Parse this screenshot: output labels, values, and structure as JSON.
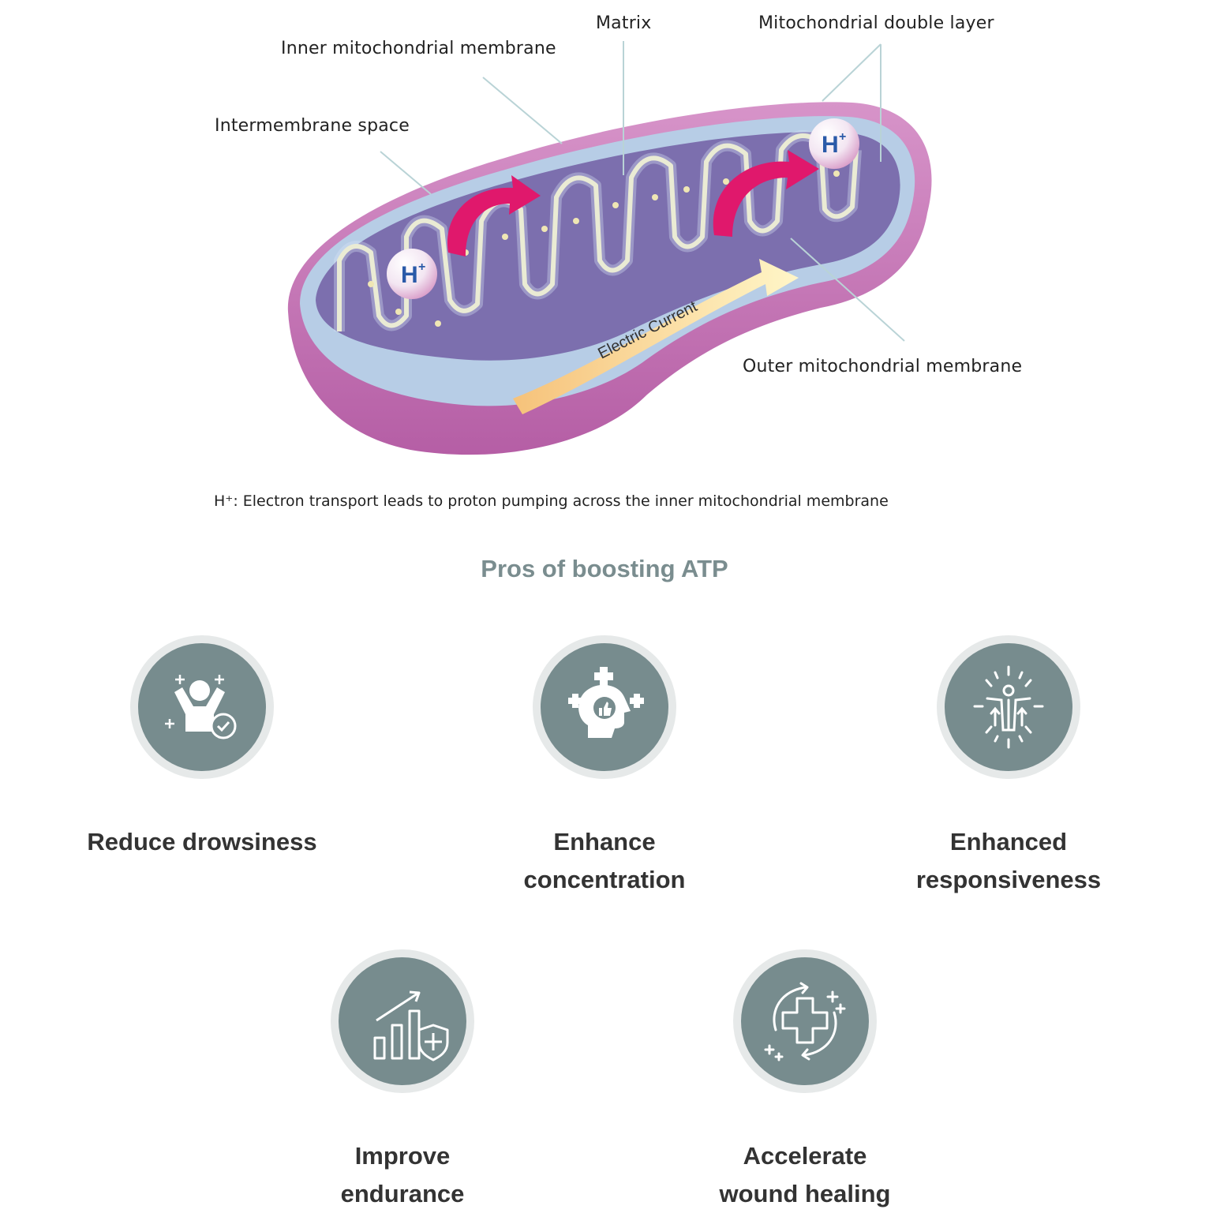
{
  "diagram": {
    "labels": {
      "matrix": "Matrix",
      "double_layer": "Mitochondrial double layer",
      "inner_membrane": "Inner mitochondrial membrane",
      "intermembrane_space": "Intermembrane space",
      "outer_membrane": "Outer mitochondrial membrane",
      "electric_current": "Electric Current",
      "proton": "H",
      "proton_sup": "+"
    },
    "caption": "H⁺: Electron transport leads to proton pumping across the inner mitochondrial membrane",
    "colors": {
      "outer": "#c978bb",
      "inner_fill": "#7c6fae",
      "arrow": "#e0186c",
      "membrane": "#bcd0ec"
    }
  },
  "section_title": "Pros of boosting ATP",
  "benefits": [
    {
      "label": "Reduce drowsiness",
      "icon": "energized-person-check-icon"
    },
    {
      "label": "Enhance\nconcentration",
      "icon": "head-thumbs-up-plus-icon"
    },
    {
      "label": "Enhanced\nresponsiveness",
      "icon": "radiating-body-arrows-icon"
    },
    {
      "label": "Improve\nendurance",
      "icon": "growth-chart-shield-icon"
    },
    {
      "label": "Accelerate\nwound healing",
      "icon": "cycle-medical-cross-icon"
    }
  ],
  "theme": {
    "icon_circle": "#778c8e",
    "icon_ring": "#e6e9e9",
    "title_color": "#7a8d8f"
  }
}
